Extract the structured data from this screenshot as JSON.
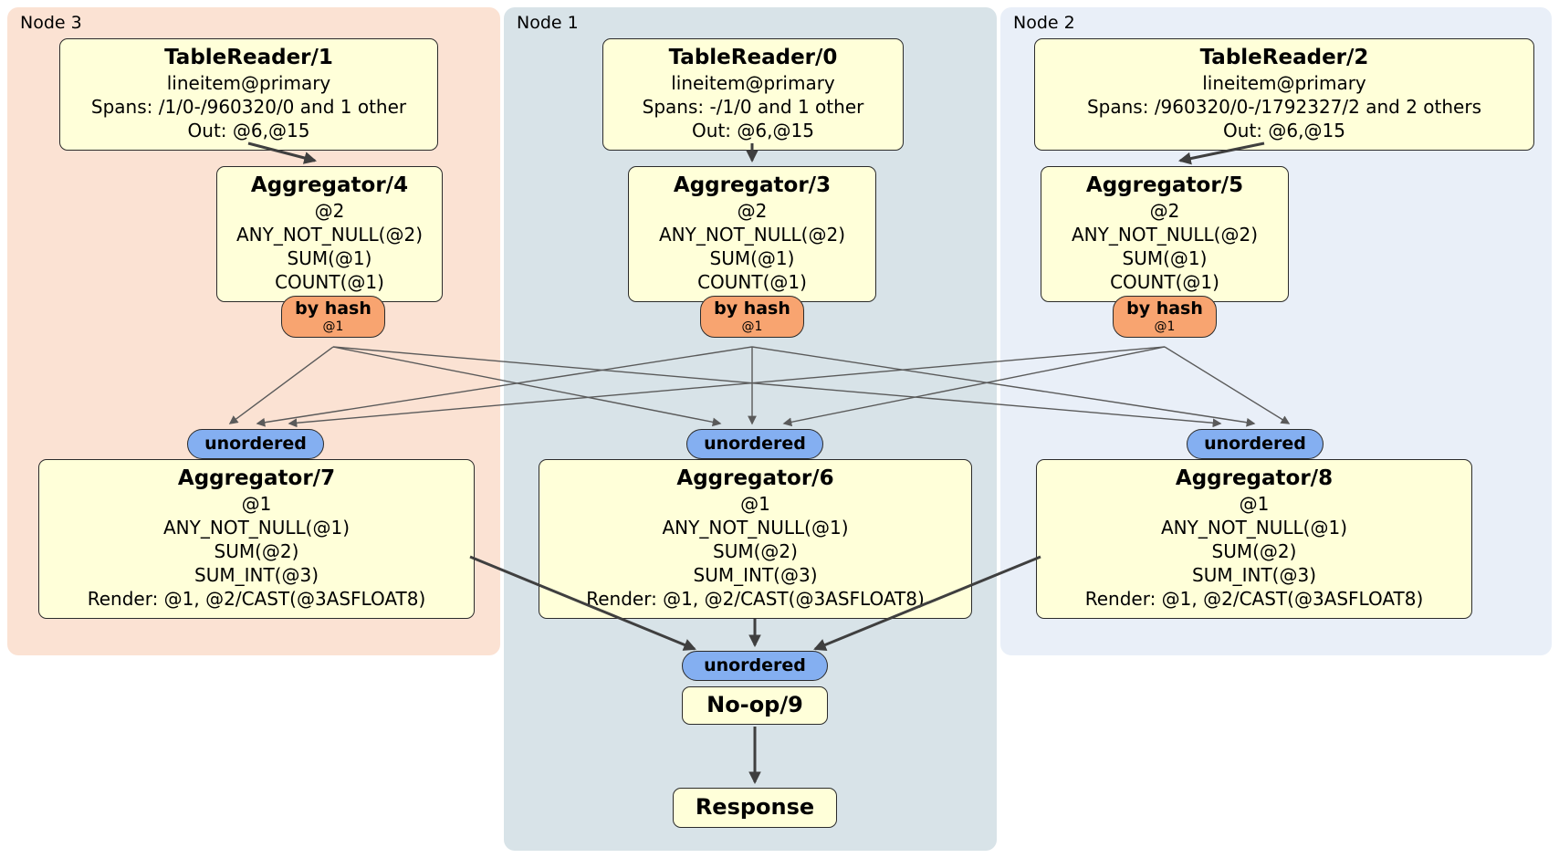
{
  "diagram": {
    "groups": {
      "node3": {
        "label": "Node 3"
      },
      "node1": {
        "label": "Node 1"
      },
      "node2": {
        "label": "Node 2"
      }
    },
    "processors": {
      "tablereader1": {
        "title": "TableReader/1",
        "lines": [
          "lineitem@primary",
          "Spans: /1/0-/960320/0 and 1 other",
          "Out: @6,@15"
        ]
      },
      "tablereader0": {
        "title": "TableReader/0",
        "lines": [
          "lineitem@primary",
          "Spans: -/1/0 and 1 other",
          "Out: @6,@15"
        ]
      },
      "tablereader2": {
        "title": "TableReader/2",
        "lines": [
          "lineitem@primary",
          "Spans: /960320/0-/1792327/2 and 2 others",
          "Out: @6,@15"
        ]
      },
      "aggregator4": {
        "title": "Aggregator/4",
        "lines": [
          "@2",
          "ANY_NOT_NULL(@2)",
          "SUM(@1)",
          "COUNT(@1)"
        ]
      },
      "aggregator3": {
        "title": "Aggregator/3",
        "lines": [
          "@2",
          "ANY_NOT_NULL(@2)",
          "SUM(@1)",
          "COUNT(@1)"
        ]
      },
      "aggregator5": {
        "title": "Aggregator/5",
        "lines": [
          "@2",
          "ANY_NOT_NULL(@2)",
          "SUM(@1)",
          "COUNT(@1)"
        ]
      },
      "aggregator7": {
        "title": "Aggregator/7",
        "lines": [
          "@1",
          "ANY_NOT_NULL(@1)",
          "SUM(@2)",
          "SUM_INT(@3)",
          "Render: @1, @2/CAST(@3ASFLOAT8)"
        ]
      },
      "aggregator6": {
        "title": "Aggregator/6",
        "lines": [
          "@1",
          "ANY_NOT_NULL(@1)",
          "SUM(@2)",
          "SUM_INT(@3)",
          "Render: @1, @2/CAST(@3ASFLOAT8)"
        ]
      },
      "aggregator8": {
        "title": "Aggregator/8",
        "lines": [
          "@1",
          "ANY_NOT_NULL(@1)",
          "SUM(@2)",
          "SUM_INT(@3)",
          "Render: @1, @2/CAST(@3ASFLOAT8)"
        ]
      },
      "noop9": {
        "title": "No-op/9"
      },
      "response": {
        "title": "Response"
      }
    },
    "router": {
      "label": "by hash",
      "detail": "@1"
    },
    "sync": {
      "label": "unordered"
    },
    "colors": {
      "node3_bg": "#fbe2d3",
      "node1_bg": "#d8e3e8",
      "node2_bg": "#e9eff8",
      "box_bg": "#ffffd9",
      "router_bg": "#f8a470",
      "sync_bg": "#84aff1",
      "edge": "#3f3f3f"
    }
  }
}
